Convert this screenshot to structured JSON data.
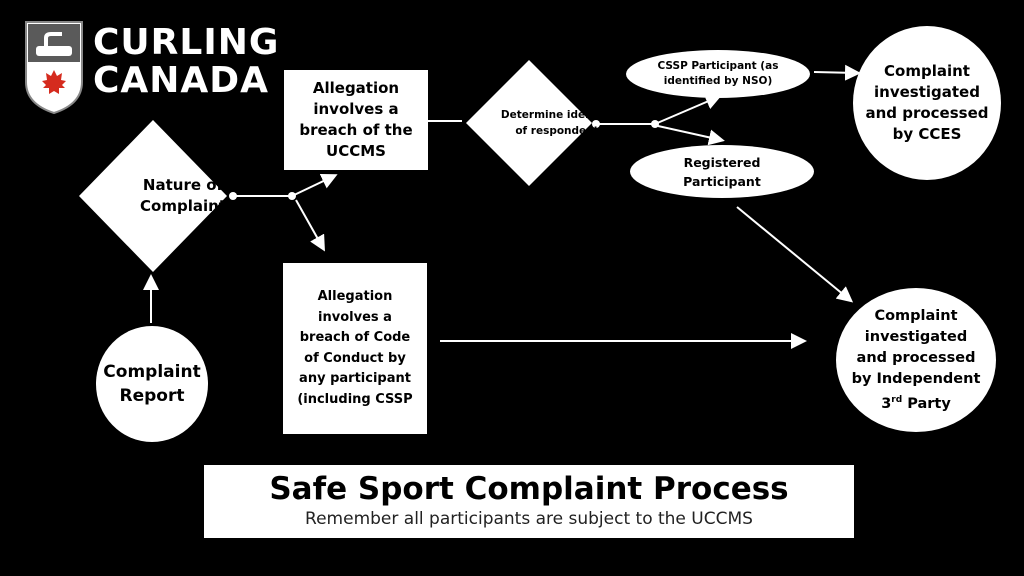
{
  "brand": {
    "line1": "CURLING",
    "line2": "CANADA",
    "logo_icon": "curling-stone-maple-leaf-shield",
    "leaf_color": "#d52b1e"
  },
  "nodes": {
    "complaint_report": "Complaint Report",
    "nature_of_complaint": "Nature of Complaint",
    "allegation_uccms": "Allegation involves a breach of the UCCMS",
    "allegation_code": "Allegation involves a breach of Code of Conduct by any participant (including CSSP",
    "determine_identity": "Determine identity of respondent",
    "cssp_participant": "CSSP Participant (as identified by NSO)",
    "registered_participant": "Registered Participant",
    "cces": "Complaint investigated and processed by CCES",
    "third_party_text": "Complaint investigated and processed by Independent 3",
    "third_party_sup": "rd",
    "third_party_suffix": " Party"
  },
  "footer": {
    "title": "Safe Sport Complaint Process",
    "subtitle": "Remember all participants are subject to the UCCMS"
  },
  "colors": {
    "background": "#000000",
    "shape_fill": "#ffffff",
    "line": "#ffffff"
  }
}
